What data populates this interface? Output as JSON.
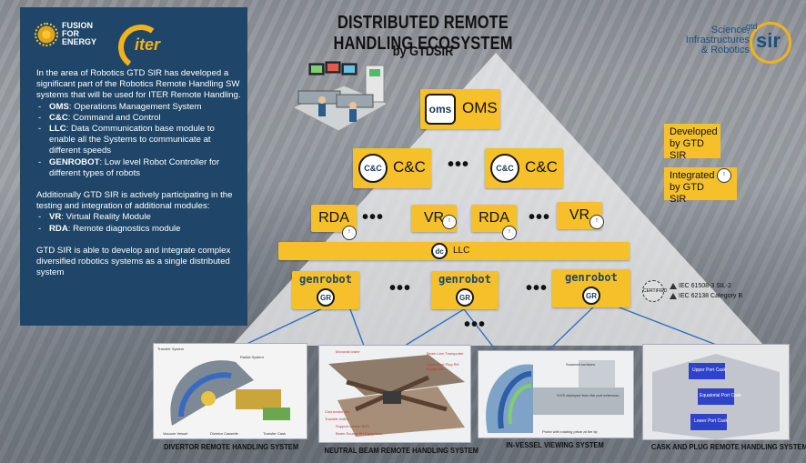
{
  "header": {
    "title": "DISTRIBUTED REMOTE HANDLING ECOSYSTEM",
    "subtitle": "by GTDSIR"
  },
  "logos": {
    "f4e_text": "FUSION FOR ENERGY",
    "iter_text": "iter",
    "gtd_lines": [
      "Science,",
      "Infrastructures",
      "& Robotics"
    ],
    "gtd_small": "gtd",
    "gtd_sir": "sir"
  },
  "panel": {
    "intro": "In the area of  Robotics GTD SIR has developed a significant part of the Robotics Remote Handling SW systems that will be used for ITER  Remote Handling.",
    "items1": [
      {
        "key": "OMS",
        "text": ": Operations Management System"
      },
      {
        "key": "C&C",
        "text": ": Command and Control"
      },
      {
        "key": "LLC",
        "text": ": Data Communication base module to enable all the Systems to communicate at different speeds"
      },
      {
        "key": "GENROBOT",
        "text": ": Low level Robot Controller for different types of robots"
      }
    ],
    "para2": "Additionally GTD SIR is actively participating in the testing and integration of additional modules:",
    "items2": [
      {
        "key": "VR",
        "text": ": Virtual Reality Module"
      },
      {
        "key": "RDA",
        "text": ": Remote diagnostics module"
      }
    ],
    "para3": "GTD SIR is able to develop and integrate complex diversified robotics systems as a single distributed system"
  },
  "diagram": {
    "oms_icon": "oms",
    "oms_label": "OMS",
    "cc_icon": "C&C",
    "cc_label": "C&C",
    "dots": "•••",
    "rda_label": "RDA",
    "vr_label": "VR",
    "llc_icon": "dc",
    "llc_label": "LLC",
    "genrobot_label": "genrobot",
    "gr_icon": "GR",
    "badge_text": "!"
  },
  "legend": {
    "developed": "Developed by GTD SIR",
    "integrated": "Integrated by GTD SIR"
  },
  "certs": {
    "line1": "IEC 61508-3 SIL-2",
    "line2": "IEC 62138 Category B",
    "seal": "CERTIFIED"
  },
  "systems": [
    {
      "caption": "DIVERTOR REMOTE HANDLING SYSTEM",
      "labels": [
        "Transfer System",
        "Radial System",
        "Vacuum Vessel",
        "Divertor Cassette",
        "Transfer Cask"
      ]
    },
    {
      "caption": "NEUTRAL BEAM REMOTE HANDLING SYSTEM",
      "labels": [
        "Monorail crane",
        "Beam Line Transporter",
        "Upper Port Plug RH Equipment",
        "Connection rail",
        "Transfer trolley",
        "Support vehicle BUS",
        "Beam Source RH Equipment"
      ]
    },
    {
      "caption": "IN-VESSEL VIEWING SYSTEM",
      "labels": [
        "Scanned surfaces",
        "IVVS deployed from the port extension",
        "Probe with rotating prism at the tip"
      ]
    },
    {
      "caption": "CASK AND PLUG REMOTE HANDLING SYSTEM",
      "labels": [
        "Upper Port Cask",
        "Equatorial Port Cask",
        "Lower Port Cask"
      ]
    }
  ],
  "colors": {
    "panel": "#1f4668",
    "box": "#f5c02a",
    "brand_blue": "#1d4f7c",
    "connector": "#2f6fc4"
  }
}
